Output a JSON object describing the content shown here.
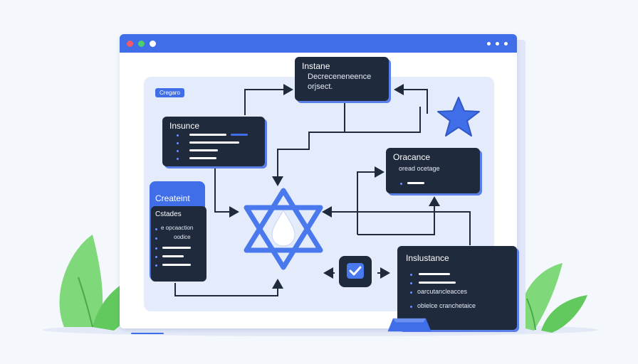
{
  "window": {
    "accent": "#3f6ee8",
    "traffic_lights": [
      "#f2596a",
      "#4ccf6f",
      "#ffffff"
    ],
    "tag_label": "Cregaro"
  },
  "nodes": {
    "top": {
      "title": "Instane",
      "line1": "Decreceneneence",
      "line2": "orjsect."
    },
    "left": {
      "title": "Insunce"
    },
    "right": {
      "title": "Oracance",
      "line1": "oread ocetage"
    },
    "side": {
      "header": "Createint",
      "title": "Cstades",
      "line1": "e opcaaction",
      "line2": "oodice"
    },
    "bottom": {
      "title": "Inslustance",
      "line1": "oarcutancleacces",
      "line2": "oblelce cranchetaice"
    }
  },
  "center_symbol": {
    "name": "star-of-david-drop",
    "color": "#4a79ee"
  },
  "decor": {
    "star_color": "#3f6ee8",
    "flower_color": "#f06a9a",
    "leaf_color": "#7fd97a"
  },
  "checkbox": {
    "checked": true,
    "icon": "check-icon"
  }
}
